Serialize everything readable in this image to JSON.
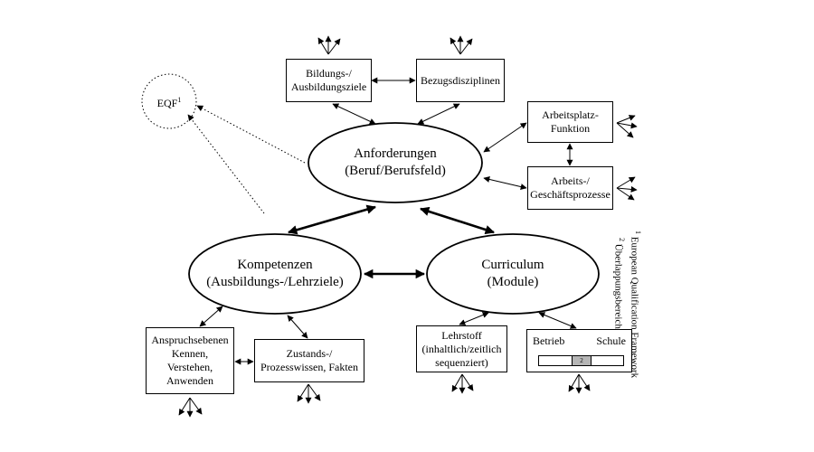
{
  "boxes": {
    "bildungsziele": [
      "Bildungs-/",
      "Ausbildungsziele"
    ],
    "bezugsdisziplinen": [
      "Bezugsdisziplinen"
    ],
    "arbeitsplatz": [
      "Arbeitsplatz-",
      "Funktion"
    ],
    "geschaeftsprozesse": [
      "Arbeits-/",
      "Geschäftsprozesse"
    ],
    "anspruchsebenen": [
      "Anspruchsebenen",
      "Kennen,",
      "Verstehen,",
      "Anwenden"
    ],
    "prozesswissen": [
      "Zustands-/",
      "Prozesswissen, Fakten"
    ],
    "lehrstoff": [
      "Lehrstoff",
      "(inhaltlich/zeitlich",
      "sequenziert)"
    ]
  },
  "ellipses": {
    "anforderungen": [
      "Anforderungen",
      "(Beruf/Berufsfeld)"
    ],
    "kompetenzen": [
      "Kompetenzen",
      "(Ausbildungs-/Lehrziele)"
    ],
    "curriculum": [
      "Curriculum",
      "(Module)"
    ]
  },
  "eqf": {
    "label": "EQF",
    "sup": "1"
  },
  "betrieb_schule": {
    "left": "Betrieb",
    "right": "Schule",
    "overlap_mark": "2"
  },
  "footnotes": [
    {
      "mark": "1",
      "text": "European Qualification Framework"
    },
    {
      "mark": "2",
      "text": "Überlappungsbereich"
    }
  ],
  "colors": {
    "background": "#ffffff",
    "ink": "#000000",
    "overlap_fill": "#b5b5b5"
  }
}
